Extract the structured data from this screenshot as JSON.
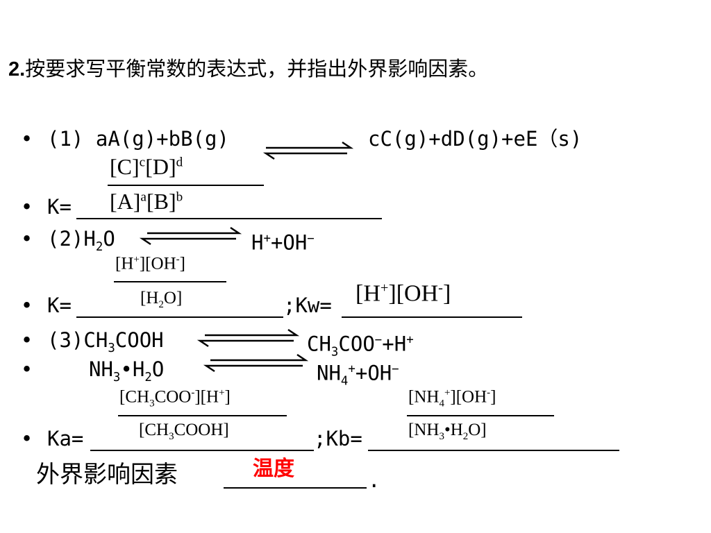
{
  "title": {
    "num": "2.",
    "text": "按要求写平衡常数的表达式，并指出外界影响因素。"
  },
  "bullet": "•",
  "eq1": {
    "label": "(1)",
    "left": "aA(g)+bB(g)",
    "right": "cC(g)+dD(g)+eE（s)"
  },
  "k1": {
    "label": "K=",
    "num": [
      "[C]",
      "c",
      "[D]",
      "d"
    ],
    "den": [
      "[A]",
      "a",
      "[B]",
      "b"
    ]
  },
  "eq2": {
    "label": "(2)",
    "left": [
      "H",
      "2",
      "O"
    ],
    "right": [
      "H",
      "+",
      "+OH",
      "−"
    ]
  },
  "k2": {
    "label": "K=",
    "num": [
      "[H",
      "+",
      "][OH",
      "-",
      "]"
    ],
    "den": [
      "[H",
      "2",
      "O]"
    ],
    "kw_label": ";Kw=",
    "kw": [
      "[H",
      "+",
      "][OH",
      "-",
      "]"
    ]
  },
  "eq3": {
    "label": "(3)",
    "left": [
      "CH",
      "3",
      "COOH"
    ],
    "right": [
      "CH",
      "3",
      "COO",
      "−",
      "+H",
      "+"
    ]
  },
  "eq4": {
    "left": [
      "NH",
      "3",
      "•H",
      "2",
      "O"
    ],
    "right": [
      "NH",
      "4",
      "+",
      "+OH",
      "−"
    ]
  },
  "ka": {
    "label": "Ka=",
    "num": [
      "[CH",
      "3",
      "COO",
      "-",
      "][H",
      "+",
      "]"
    ],
    "den": [
      "[CH",
      "3",
      "COOH]"
    ]
  },
  "kb": {
    "label": ";Kb=",
    "num": [
      "[NH",
      "4",
      "+",
      "][OH",
      "-",
      "]"
    ],
    "den": [
      "[NH",
      "3",
      "•H",
      "2",
      "O]"
    ]
  },
  "factor": {
    "label": "外界影响因素",
    "answer": "温度",
    "end": "."
  }
}
